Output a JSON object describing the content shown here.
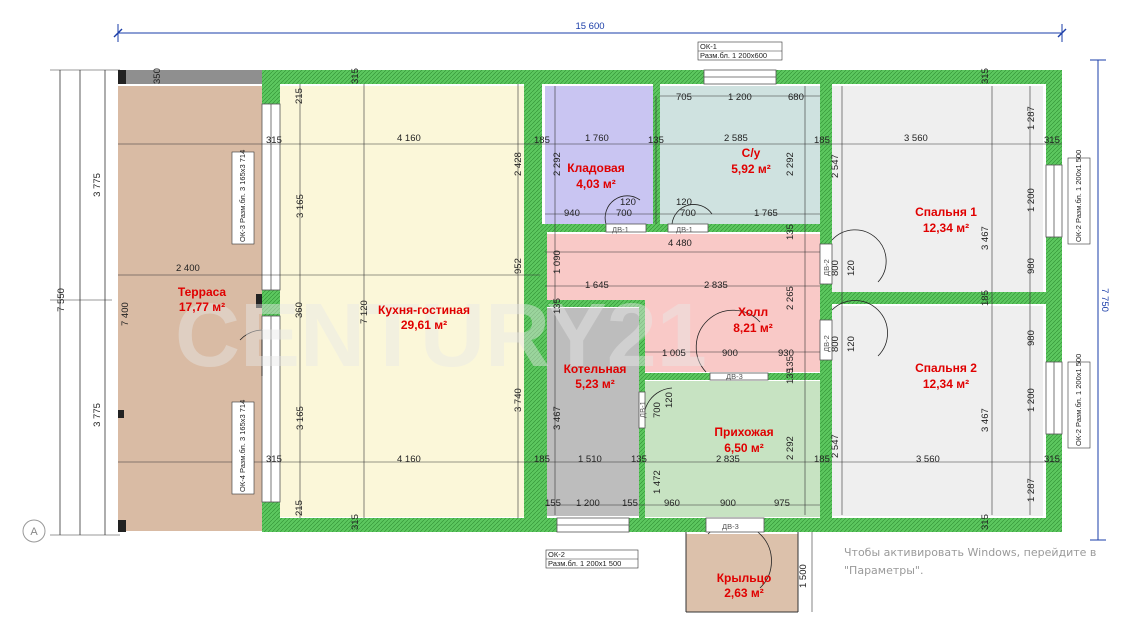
{
  "plan": {
    "overall_width": "15 600",
    "height_left": "7 550",
    "height_right": "7 750",
    "axis_label": "A",
    "watermark": "CENTURY21",
    "windows_notice": [
      "Чтобы активировать Windows, перейдите в",
      "\"Параметры\"."
    ]
  },
  "rooms": [
    {
      "id": "terrace",
      "name": "Терраса",
      "area": "17,77 м²",
      "color": "#d9bba4"
    },
    {
      "id": "kitchen",
      "name": "Кухня-гостиная",
      "area": "29,61 м²",
      "color": "#fbf7d9"
    },
    {
      "id": "pantry",
      "name": "Кладовая",
      "area": "4,03 м²",
      "color": "#c9c5f2"
    },
    {
      "id": "bath",
      "name": "С/у",
      "area": "5,92 м²",
      "color": "#cfe2e0"
    },
    {
      "id": "hall",
      "name": "Холл",
      "area": "8,21 м²",
      "color": "#f9c9c7"
    },
    {
      "id": "boiler",
      "name": "Котельная",
      "area": "5,23 м²",
      "color": "#bdbdbd"
    },
    {
      "id": "entry",
      "name": "Прихожая",
      "area": "6,50 м²",
      "color": "#c7e3c2"
    },
    {
      "id": "bed1",
      "name": "Спальня 1",
      "area": "12,34 м²",
      "color": "#efefef"
    },
    {
      "id": "bed2",
      "name": "Спальня 2",
      "area": "12,34 м²",
      "color": "#efefef"
    },
    {
      "id": "porch",
      "name": "Крыльцо",
      "area": "2,63 м²",
      "color": "#dcc1ab"
    }
  ],
  "window_tags": {
    "ok1": [
      "ОК-1",
      "Разм.бл. 1 200х600"
    ],
    "ok2_bottom": [
      "ОК-2",
      "Разм.бл. 1 200х1 500"
    ],
    "ok2_right_top": "ОК-2  Разм.бл. 1 200х1 500",
    "ok2_right_bottom": "ОК-2  Разм.бл. 1 200х1 500",
    "ok3": "ОК-3  Разм.бл. 3 165х3 714",
    "ok4": "ОК-4  Разм.бл. 3 165х3 714"
  },
  "door_tags": {
    "dv1_top_a": "ДВ-1",
    "dv1_top_b": "ДВ-1",
    "dv2_top": "ДВ-2",
    "dv2_bottom": "ДВ-2",
    "dv3_hall": "ДВ-3",
    "dv3_entry": "ДВ-3",
    "dv1_boiler": "ДВ-1"
  },
  "dims": {
    "d350": "350",
    "d315a": "315",
    "d315b": "315",
    "d215a": "215",
    "d215b": "215",
    "t4160": "4 160",
    "b4160": "4 160",
    "d3165a": "3 165",
    "d3165b": "3 165",
    "d2428": "2 428",
    "d952": "952",
    "d3740": "3 740",
    "d7120": "7 120",
    "d360": "360",
    "d2400": "2 400",
    "d7400": "7 400",
    "d3775a": "3 775",
    "d3775b": "3 775",
    "d185a": "185",
    "d1760": "1 760",
    "d135a": "135",
    "d2292a": "2 292",
    "d940": "940",
    "d120a": "120",
    "d700a": "700",
    "d705": "705",
    "d1200a": "1 200",
    "d680": "680",
    "d2585": "2 585",
    "d2292b": "2 292",
    "d120b": "120",
    "d700b": "700",
    "d1765": "1 765",
    "d185b": "185",
    "d4480": "4 480",
    "d1090": "1 090",
    "d1645": "1 645",
    "d2835a": "2 835",
    "d135b": "135",
    "d135c": "135",
    "d2265": "2 265",
    "d1005": "1 005",
    "d900a": "900",
    "d930": "930",
    "d135d": "135",
    "d135e": "135",
    "d800a": "800",
    "d120c": "120",
    "d800b": "800",
    "d120d": "120",
    "d3560a": "3 560",
    "d1287a": "1 287",
    "d3467a": "3 467",
    "d1200b": "1 200",
    "d980a": "980",
    "d2547a": "2 547",
    "d185c": "185",
    "d185d": "185",
    "d3560b": "3 560",
    "d3467b": "3 467",
    "d1200c": "1 200",
    "d980b": "980",
    "d1287b": "1 287",
    "d2547b": "2 547",
    "d315c": "315",
    "d315d": "315",
    "d315e": "315",
    "d315f": "315",
    "d3467c": "3 467",
    "d700c": "700",
    "d120e": "120",
    "d185e": "185",
    "d1510": "1 510",
    "d135f": "135",
    "d2835b": "2 835",
    "d2292c": "2 292",
    "d1472": "1 472",
    "d155a": "155",
    "d1200d": "1 200",
    "d155b": "155",
    "d960": "960",
    "d900b": "900",
    "d975": "975",
    "d185f": "185",
    "d1500": "1 500",
    "d315g": "315",
    "d315h": "315"
  }
}
